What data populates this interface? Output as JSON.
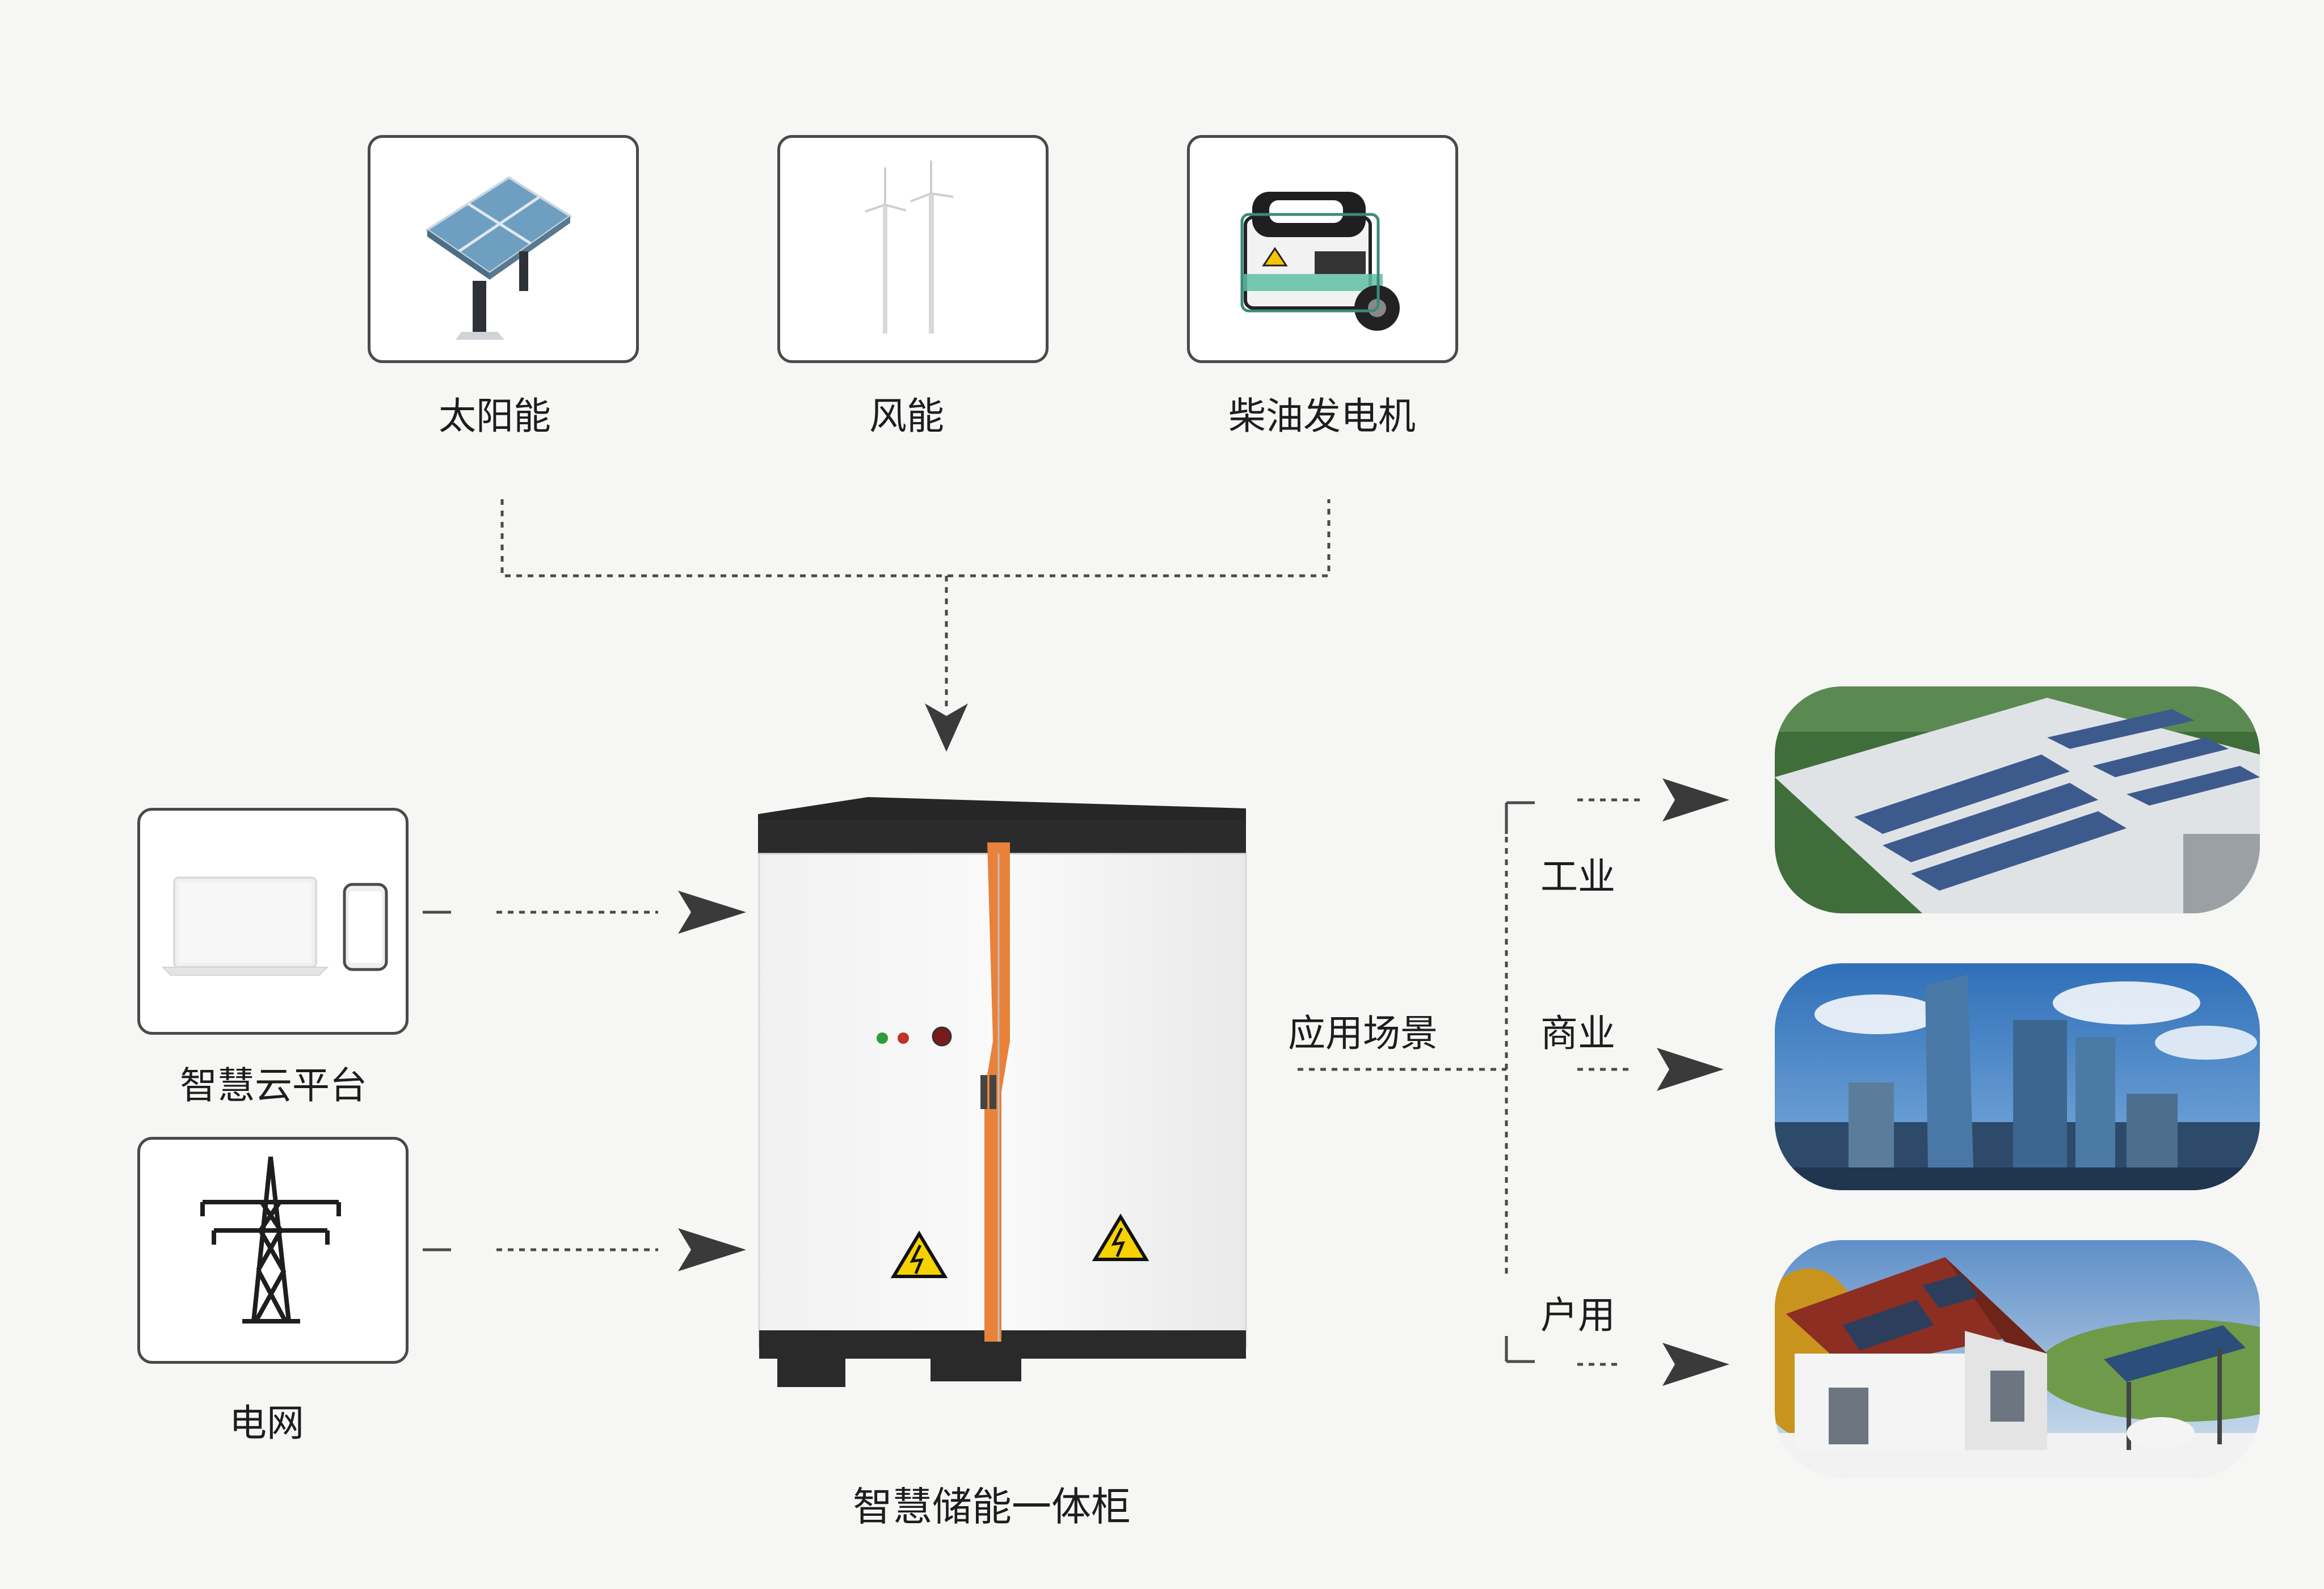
{
  "sources": [
    {
      "label": "太阳能",
      "icon": "solar-panel-icon"
    },
    {
      "label": "风能",
      "icon": "wind-turbine-icon"
    },
    {
      "label": "柴油发电机",
      "icon": "diesel-generator-icon"
    }
  ],
  "inputs": [
    {
      "label": "智慧云平台",
      "icon": "laptop-phone-icon"
    },
    {
      "label": "电网",
      "icon": "power-tower-icon"
    }
  ],
  "center": {
    "label": "智慧储能一体柜"
  },
  "application": {
    "title": "应用场景",
    "scenarios": [
      {
        "label": "工业",
        "image": "factory-rooftop-solar"
      },
      {
        "label": "商业",
        "image": "city-skyscrapers"
      },
      {
        "label": "户用",
        "image": "house-with-solar"
      }
    ]
  },
  "colors": {
    "accent": "#e8823a",
    "text": "#1d1d1d",
    "line": "#4a4a4a",
    "background": "#f6f6f4"
  }
}
